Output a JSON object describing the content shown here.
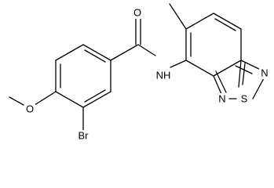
{
  "molecule": {
    "atom_labels": {
      "oxygen_carbonyl": "O",
      "amide_nh": "NH",
      "methoxy_oxygen": "O",
      "bromine": "Br",
      "thiadiazole_n_upper": "N",
      "thiadiazole_s": "S",
      "thiadiazole_n_lower": "N"
    }
  },
  "colors": {
    "bond": "#000000",
    "background": "#ffffff"
  }
}
